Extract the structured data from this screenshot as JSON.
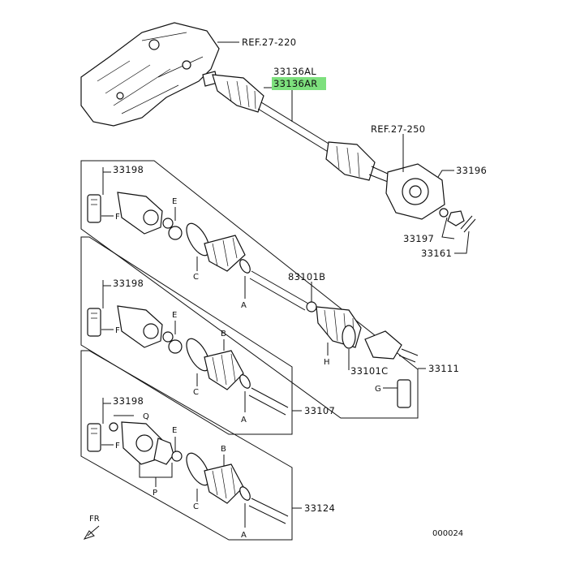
{
  "labels": {
    "ref_transfer": "REF.27-220",
    "shaft_left": "33136AL",
    "shaft_right": "33136AR",
    "ref_hub": "REF.27-250",
    "hub_washer": "33196",
    "hub_nut": "33197",
    "cotter_pin": "33161",
    "panel1_grease": "33198",
    "panel1_assy": "33111",
    "panel2_grease": "33198",
    "panel2_assy": "33107",
    "panel3_grease": "33198",
    "panel3_assy": "33124",
    "boot_kit_b": "83101B",
    "boot_kit_c": "33101C",
    "figure_code": "000024",
    "front_indicator": "FR"
  },
  "letters": {
    "a1": "A",
    "c1": "C",
    "e1": "E",
    "f1": "F",
    "g1": "G",
    "h1": "H",
    "a2": "A",
    "b2": "B",
    "c2": "C",
    "e2": "E",
    "f2": "F",
    "a3": "A",
    "b3": "B",
    "c3": "C",
    "e3": "E",
    "f3": "F",
    "q3": "Q",
    "p3": "P"
  },
  "highlight_color": "#7de07d"
}
